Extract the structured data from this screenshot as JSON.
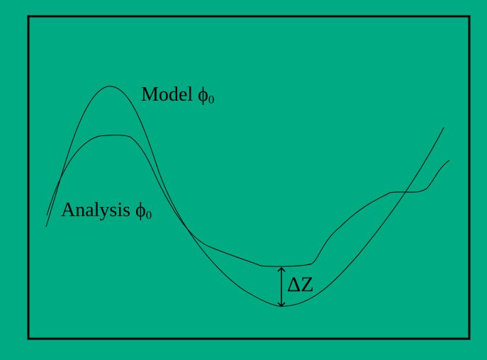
{
  "diagram": {
    "model_label": "Model",
    "analysis_label": "Analysis",
    "phi_symbol": "ϕ",
    "phi_subscript": "0",
    "delta_label": "ΔZ",
    "colors": {
      "background": "#00ab84",
      "ink": "#000000"
    }
  }
}
